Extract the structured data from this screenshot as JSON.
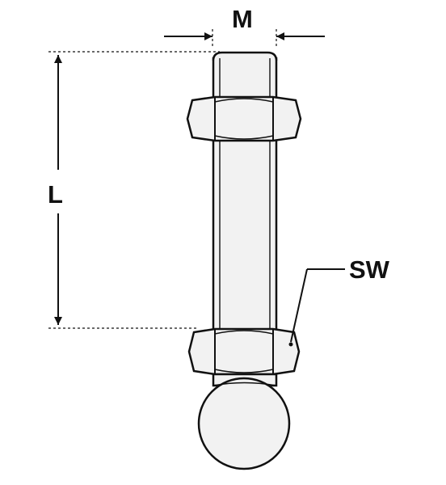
{
  "labels": {
    "m": "M",
    "l": "L",
    "sw": "SW"
  },
  "colors": {
    "line": "#111111",
    "fill": "#f2f2f2",
    "background": "#ffffff"
  },
  "parts": [
    "thread-diameter-dimension",
    "length-dimension",
    "wrench-size-callout",
    "threaded-stud",
    "upper-hex-nut",
    "lower-hex-nut",
    "ball-foot"
  ]
}
